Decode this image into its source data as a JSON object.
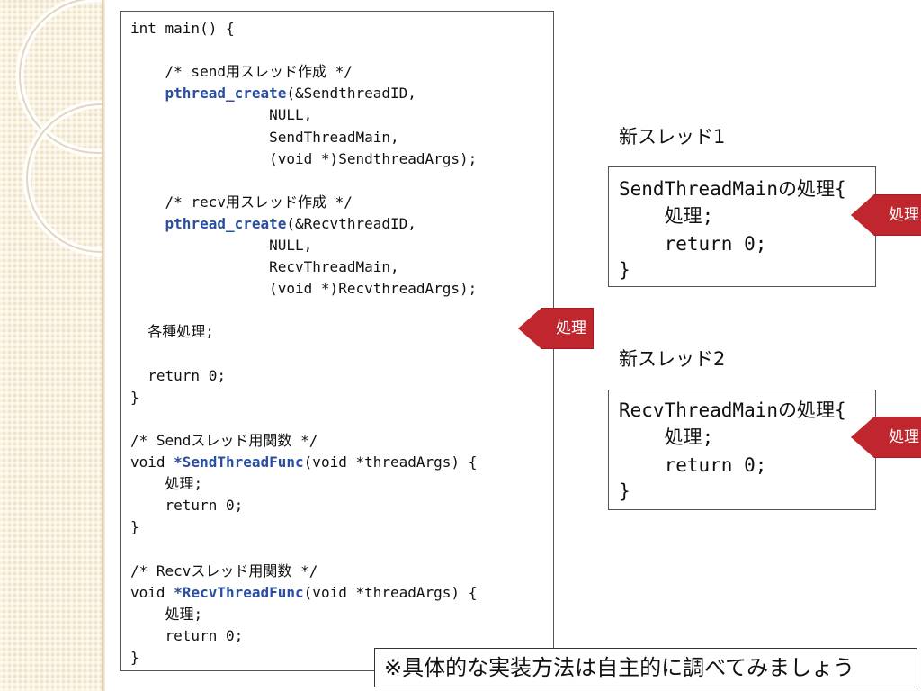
{
  "code": {
    "lines": [
      "int main() {",
      "",
      "    /* send用スレッド作成 */",
      {
        "fn": "pthread_create",
        "rest": "(&SendthreadID,",
        "indent": "    "
      },
      "                NULL,",
      "                SendThreadMain,",
      "                (void *)SendthreadArgs);",
      "",
      "    /* recv用スレッド作成 */",
      {
        "fn": "pthread_create",
        "rest": "(&RecvthreadID,",
        "indent": "    "
      },
      "                NULL,",
      "                RecvThreadMain,",
      "                (void *)RecvthreadArgs);",
      "",
      "  各種処理;",
      "",
      "  return 0;",
      "}",
      "",
      "/* Sendスレッド用関数 */",
      {
        "pre": "void ",
        "fn": "*SendThreadFunc",
        "rest": "(void *threadArgs) {"
      },
      "    処理;",
      "    return 0;",
      "}",
      "",
      "/* Recvスレッド用関数 */",
      {
        "pre": "void ",
        "fn": "*RecvThreadFunc",
        "rest": "(void *threadArgs) {"
      },
      "    処理;",
      "    return 0;",
      "}"
    ]
  },
  "threads": [
    {
      "title": "新スレッド1",
      "lines": [
        "SendThreadMainの処理{",
        "    処理;",
        "    return 0;",
        "}"
      ]
    },
    {
      "title": "新スレッド2",
      "lines": [
        "RecvThreadMainの処理{",
        "    処理;",
        "    return 0;",
        "}"
      ]
    }
  ],
  "arrows": {
    "main_label": "処理",
    "thread1_label": "処理",
    "thread2_label": "処理"
  },
  "note": "※具体的な実装方法は自主的に調べてみましょう",
  "colors": {
    "function_name": "#2a4fa0",
    "arrow": "#c0262d",
    "band": "#efe3c4"
  }
}
